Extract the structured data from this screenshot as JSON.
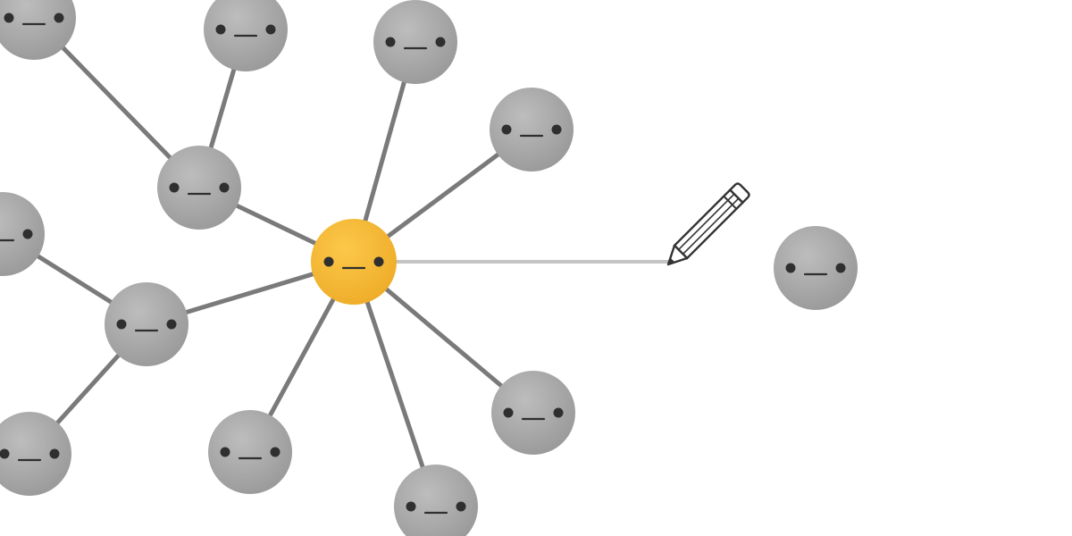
{
  "colors": {
    "background": "#ffffff",
    "node_gray": "#a9a9a9",
    "node_gray_shade": "#8f8f8f",
    "node_highlight": "#f5b93a",
    "node_highlight_shade": "#e9a420",
    "edge": "#7a7a7a",
    "edge_pending": "#c4c4c4",
    "face": "#2f2f2f",
    "pencil": "#333333"
  },
  "nodes": [
    {
      "id": "center",
      "kind": "highlight"
    },
    {
      "id": "n1",
      "kind": "default"
    },
    {
      "id": "n2",
      "kind": "default"
    },
    {
      "id": "n3",
      "kind": "default"
    },
    {
      "id": "n4",
      "kind": "default"
    },
    {
      "id": "n5",
      "kind": "default"
    },
    {
      "id": "n6",
      "kind": "default"
    },
    {
      "id": "n7",
      "kind": "default"
    },
    {
      "id": "n8",
      "kind": "default"
    },
    {
      "id": "n9",
      "kind": "default"
    },
    {
      "id": "n10",
      "kind": "default"
    },
    {
      "id": "n11",
      "kind": "default"
    },
    {
      "id": "n12",
      "kind": "default"
    },
    {
      "id": "n13",
      "kind": "default"
    },
    {
      "id": "new",
      "kind": "default"
    }
  ],
  "edges": [
    {
      "from": "center",
      "to": "n3",
      "state": "existing"
    },
    {
      "from": "center",
      "to": "n4",
      "state": "existing"
    },
    {
      "from": "center",
      "to": "n5",
      "state": "existing"
    },
    {
      "from": "center",
      "to": "n7",
      "state": "existing"
    },
    {
      "from": "center",
      "to": "n9",
      "state": "existing"
    },
    {
      "from": "center",
      "to": "n10",
      "state": "existing"
    },
    {
      "from": "center",
      "to": "n11",
      "state": "existing"
    },
    {
      "from": "n5",
      "to": "n1",
      "state": "existing"
    },
    {
      "from": "n5",
      "to": "n2",
      "state": "existing"
    },
    {
      "from": "n7",
      "to": "n6",
      "state": "existing"
    },
    {
      "from": "n7",
      "to": "n8",
      "state": "existing"
    },
    {
      "from": "center",
      "to": "new",
      "state": "being-drawn"
    }
  ],
  "tool": {
    "icon": "pencil-icon"
  }
}
